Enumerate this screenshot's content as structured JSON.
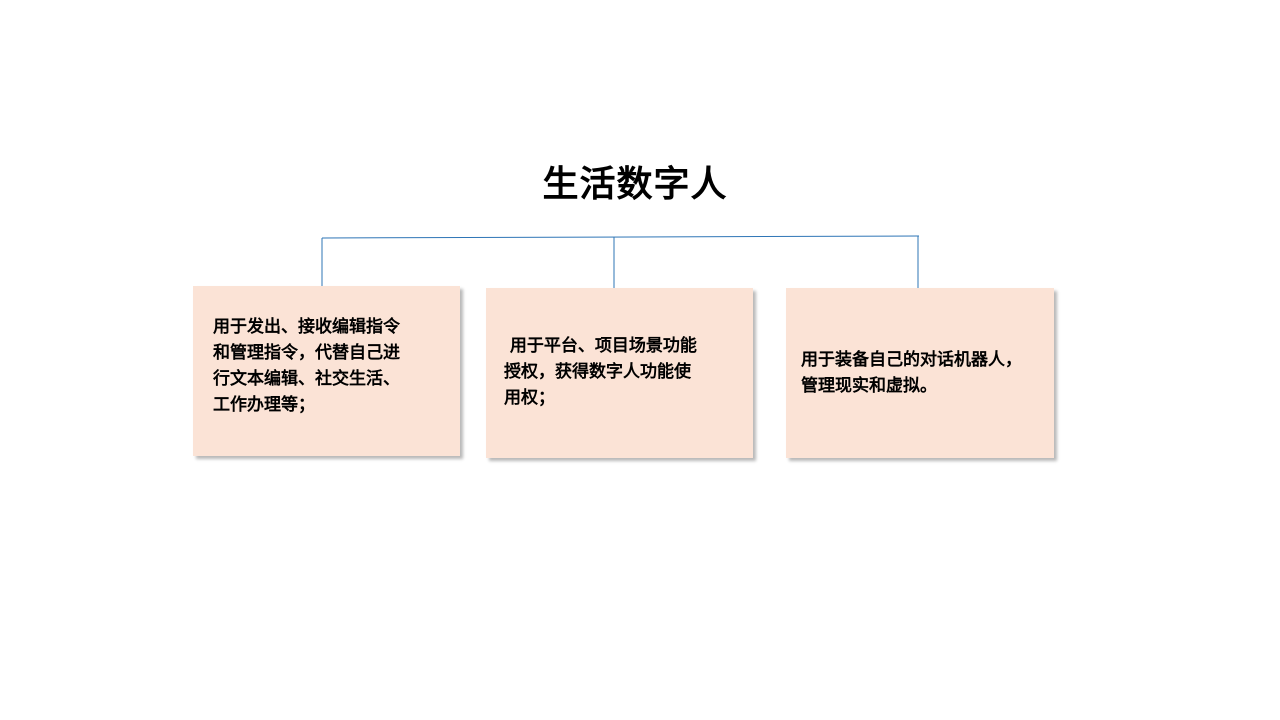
{
  "title": "生活数字人",
  "colors": {
    "connector": "#2e75b6",
    "box_fill": "#fbe3d6"
  },
  "boxes": [
    {
      "text": "用于发出、接收编辑指令\n和管理指令，代替自己进\n行文本编辑、社交生活、\n工作办理等；"
    },
    {
      "text": " 用于平台、项目场景功能\n授权，获得数字人功能使\n用权；"
    },
    {
      "text": "用于装备自己的对话机器人，\n管理现实和虚拟。"
    }
  ]
}
